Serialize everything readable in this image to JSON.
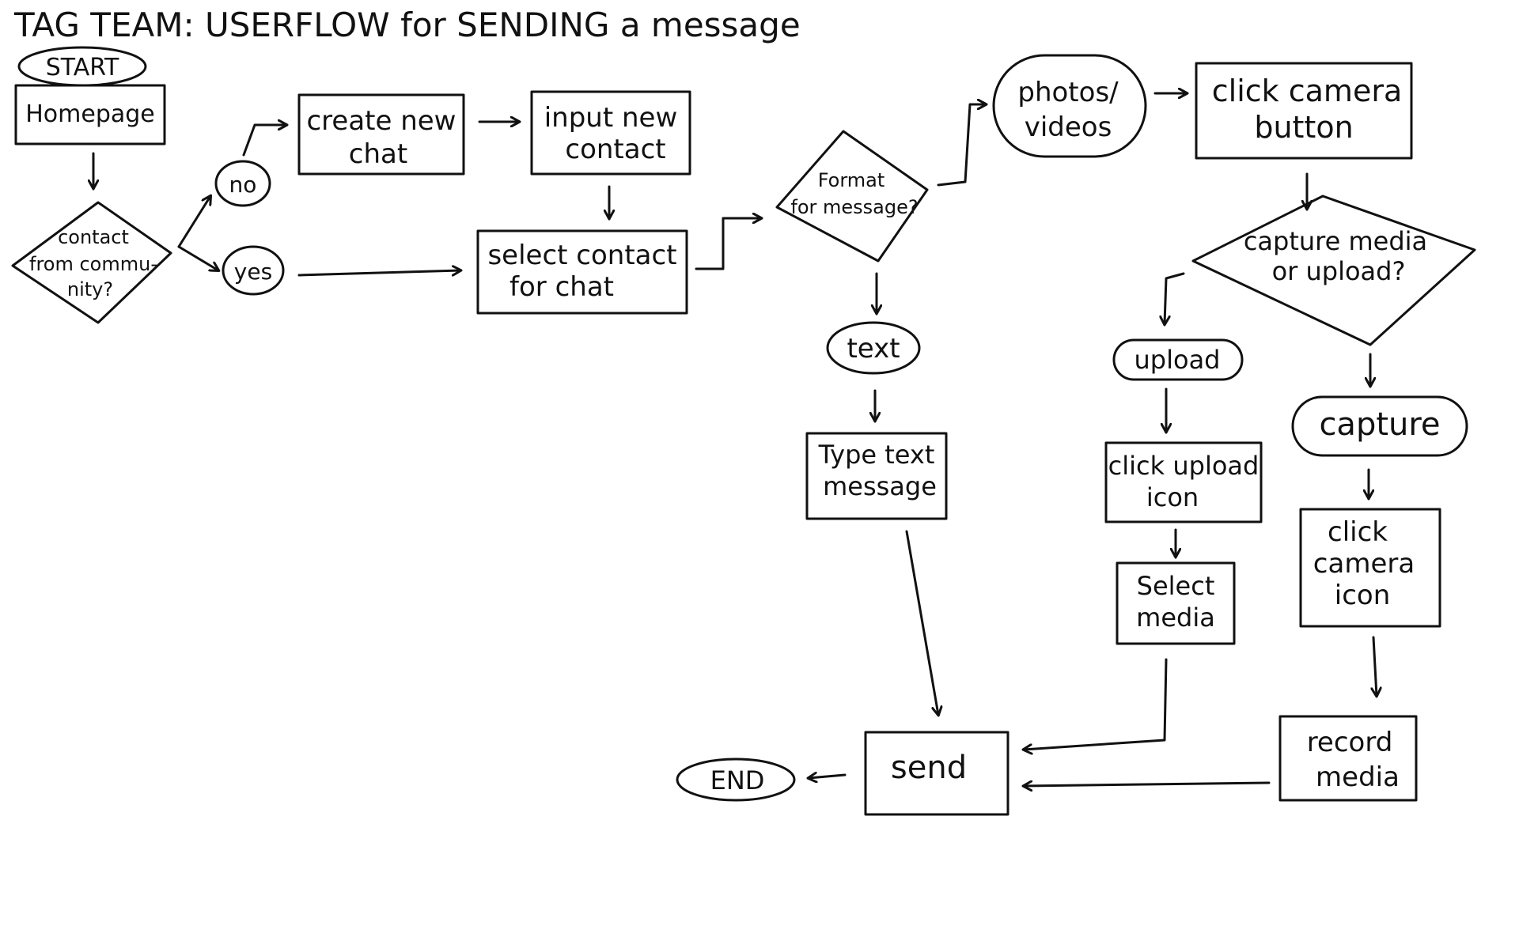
{
  "title": {
    "text": "TAG TEAM: USERFLOW for SENDING a message"
  },
  "nodes": {
    "start": "START",
    "homepage": "Homepage",
    "contact_decision": [
      "contact",
      "from commu-",
      "nity?"
    ],
    "no": "no",
    "yes": "yes",
    "create_new_chat": [
      "create new",
      "chat"
    ],
    "input_new_contact": [
      "input new",
      "contact"
    ],
    "select_contact": [
      "select contact",
      "for chat"
    ],
    "format_decision": [
      "Format",
      "for message?"
    ],
    "photos_videos": [
      "photos/",
      "videos"
    ],
    "click_camera_button": [
      "click camera",
      "button"
    ],
    "capture_or_upload": [
      "capture media",
      "or upload?"
    ],
    "text": "text",
    "type_text_message": [
      "Type text",
      "message"
    ],
    "upload": "upload",
    "click_upload_icon": [
      "click upload",
      "icon"
    ],
    "select_media": [
      "Select",
      "media"
    ],
    "capture": "capture",
    "click_camera_icon": [
      "click",
      "camera",
      "icon"
    ],
    "record_media": [
      "record",
      "media"
    ],
    "send": "send",
    "end": "END"
  }
}
